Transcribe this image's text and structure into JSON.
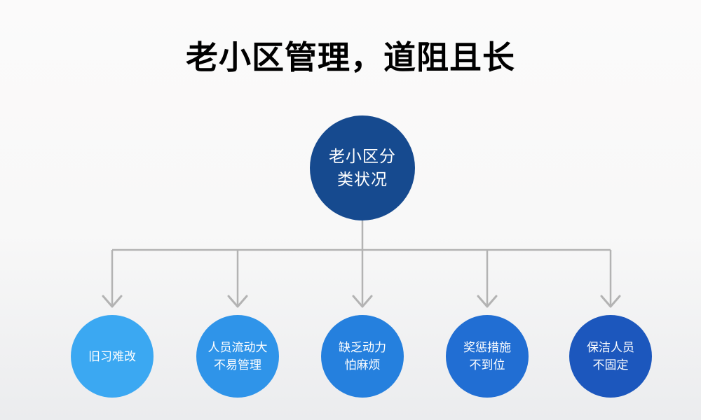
{
  "title": "老小区管理，道阻且长",
  "colors": {
    "connector": "#b3b3b3",
    "title_text": "#000000",
    "node_text": "#ffffff",
    "background_top": "#fbfafa",
    "background_bottom": "#ebecee"
  },
  "root_node": {
    "label": "老小区分\n类状况",
    "color": "#164a8f"
  },
  "branch_nodes": [
    {
      "label": "旧习难改",
      "color": "#3ba8f2"
    },
    {
      "label": "人员流动大\n不易管理",
      "color": "#2f94e9"
    },
    {
      "label": "缺乏动力\n怕麻烦",
      "color": "#2580de"
    },
    {
      "label": "奖惩措施\n不到位",
      "color": "#216ed3"
    },
    {
      "label": "保洁人员\n不固定",
      "color": "#1c57bd"
    }
  ]
}
